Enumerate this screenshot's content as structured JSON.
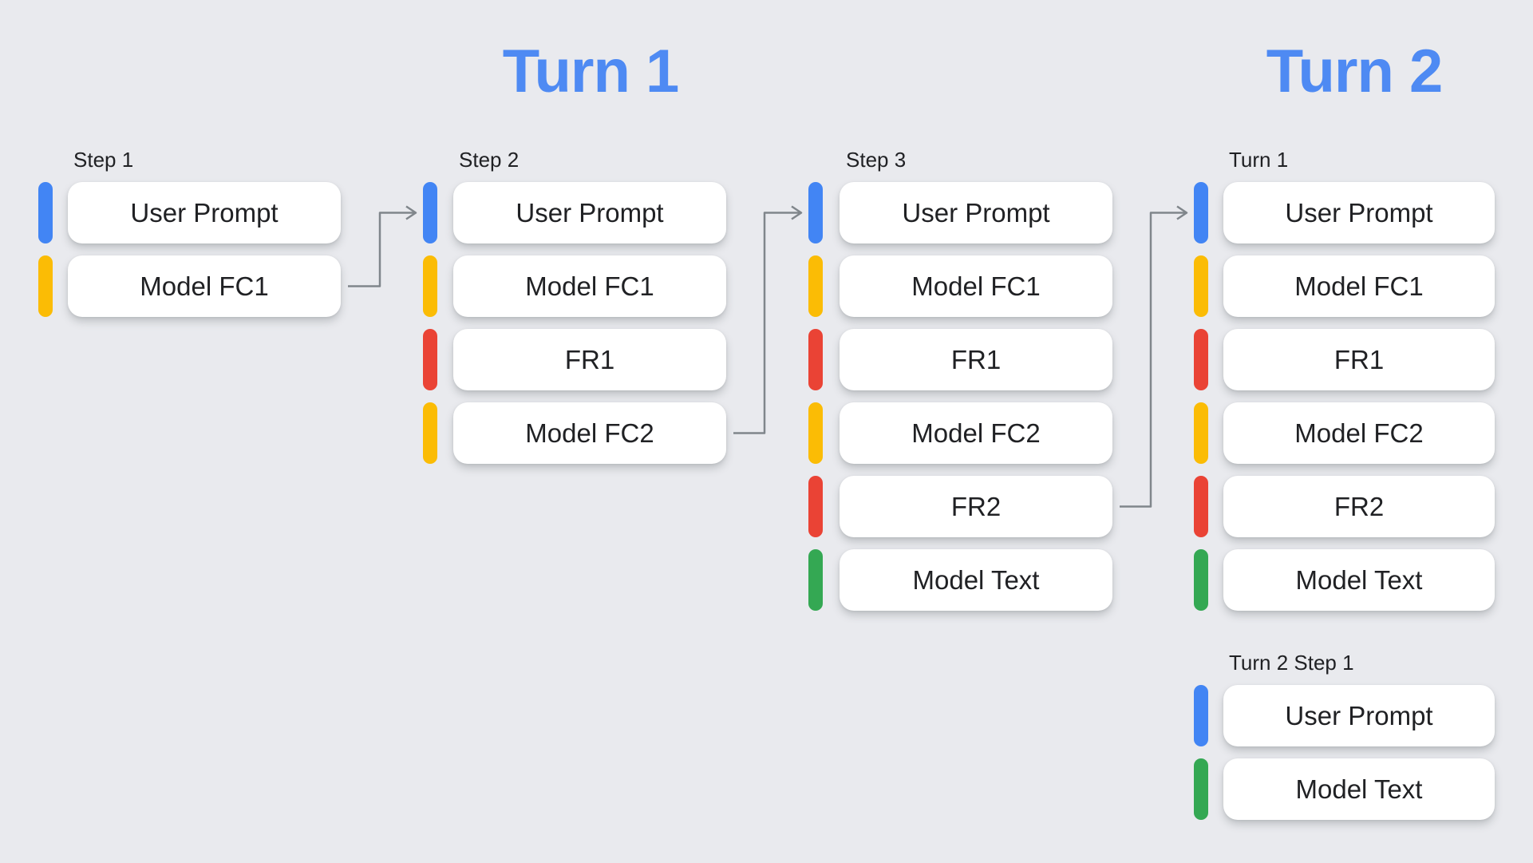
{
  "palette": {
    "blue": "#4285F4",
    "yellow": "#FBBC05",
    "red": "#EA4335",
    "green": "#34A853",
    "title_blue": "#4E8AF3",
    "arrow_gray": "#80868B",
    "card_bg": "#FFFFFF",
    "text": "#202124",
    "background": "#E9EAEE"
  },
  "titles": [
    {
      "label": "Turn 1"
    },
    {
      "label": "Turn 2"
    }
  ],
  "groups": [
    {
      "label": "Step 1",
      "cards": [
        {
          "label": "User Prompt",
          "color": "blue"
        },
        {
          "label": "Model FC1",
          "color": "yellow"
        }
      ]
    },
    {
      "label": "Step 2",
      "cards": [
        {
          "label": "User Prompt",
          "color": "blue"
        },
        {
          "label": "Model FC1",
          "color": "yellow"
        },
        {
          "label": "FR1",
          "color": "red"
        },
        {
          "label": "Model FC2",
          "color": "yellow"
        }
      ]
    },
    {
      "label": "Step 3",
      "cards": [
        {
          "label": "User Prompt",
          "color": "blue"
        },
        {
          "label": "Model FC1",
          "color": "yellow"
        },
        {
          "label": "FR1",
          "color": "red"
        },
        {
          "label": "Model FC2",
          "color": "yellow"
        },
        {
          "label": "FR2",
          "color": "red"
        },
        {
          "label": "Model Text",
          "color": "green"
        }
      ]
    },
    {
      "label": "Turn 1",
      "cards": [
        {
          "label": "User Prompt",
          "color": "blue"
        },
        {
          "label": "Model FC1",
          "color": "yellow"
        },
        {
          "label": "FR1",
          "color": "red"
        },
        {
          "label": "Model FC2",
          "color": "yellow"
        },
        {
          "label": "FR2",
          "color": "red"
        },
        {
          "label": "Model Text",
          "color": "green"
        }
      ]
    },
    {
      "label": "Turn 2 Step 1",
      "cards": [
        {
          "label": "User Prompt",
          "color": "blue"
        },
        {
          "label": "Model Text",
          "color": "green"
        }
      ]
    }
  ],
  "arrows": [
    {
      "from": "Step 1 / Model FC1",
      "to": "Step 2 / User Prompt"
    },
    {
      "from": "Step 2 / Model FC2",
      "to": "Step 3 / User Prompt"
    },
    {
      "from": "Step 3 / FR2",
      "to": "Turn 1 / User Prompt"
    }
  ]
}
